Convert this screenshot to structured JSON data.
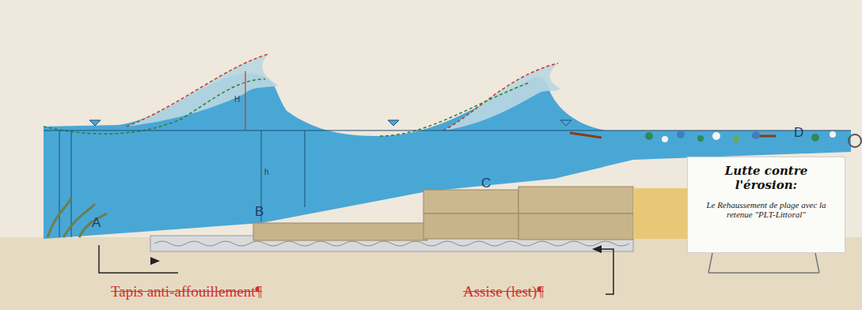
{
  "diagram": {
    "nodes": [
      {
        "text": [
          "Lutte contre l'érosion:",
          "Le Rehaussement de plage avec la retenue \"PLT-Littoral\""
        ]
      }
    ],
    "labels": [
      "A",
      "B",
      "C",
      "D",
      "H",
      "h",
      "Tapis anti-affouillement¶",
      "Assise (lest)¶"
    ]
  }
}
